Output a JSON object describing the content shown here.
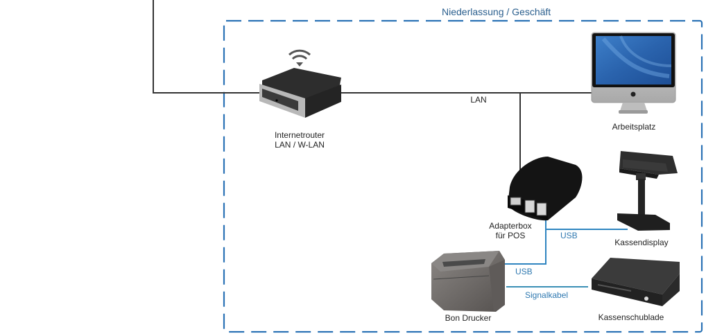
{
  "zone": {
    "title": "Niederlassung / Geschäft",
    "border_color": "#2a72b5"
  },
  "devices": {
    "router": {
      "name_line1": "Internetrouter",
      "name_line2": "LAN / W-LAN",
      "icon": "router-icon"
    },
    "workstation": {
      "name": "Arbeitsplatz",
      "icon": "imac-icon"
    },
    "adapterbox": {
      "name_line1": "Adapterbox",
      "name_line2": "für POS",
      "icon": "adapterbox-icon"
    },
    "customer_display": {
      "name": "Kassendisplay",
      "icon": "pole-display-icon"
    },
    "receipt_printer": {
      "name": "Bon Drucker",
      "icon": "receipt-printer-icon"
    },
    "cash_drawer": {
      "name": "Kassenschublade",
      "icon": "cash-drawer-icon"
    }
  },
  "connections": {
    "lan": {
      "label": "LAN",
      "color": "#333333"
    },
    "usb_display": {
      "label": "USB",
      "color": "#2e84c0"
    },
    "usb_printer": {
      "label": "USB",
      "color": "#2e84c0"
    },
    "signal": {
      "label": "Signalkabel",
      "color": "#3a8fb5"
    }
  }
}
